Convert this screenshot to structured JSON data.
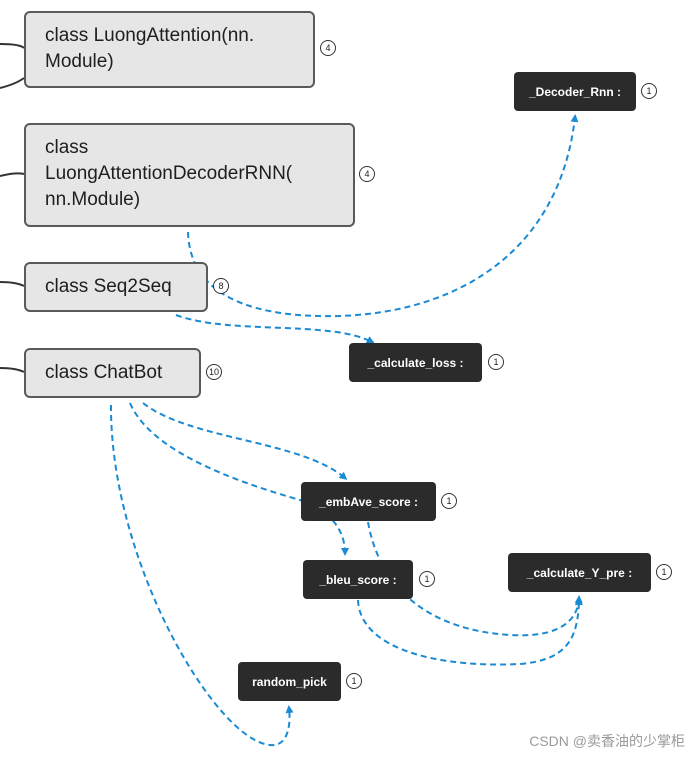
{
  "classes": [
    {
      "lines": [
        "class LuongAttention(nn.",
        "Module)"
      ],
      "count": "4"
    },
    {
      "lines": [
        "class",
        "LuongAttentionDecoderRNN(",
        "nn.Module)"
      ],
      "count": "4"
    },
    {
      "lines": [
        "class Seq2Seq"
      ],
      "count": "8"
    },
    {
      "lines": [
        "class ChatBot"
      ],
      "count": "10"
    }
  ],
  "functions": [
    {
      "label": "_Decoder_Rnn :",
      "count": "1"
    },
    {
      "label": "_calculate_loss :",
      "count": "1"
    },
    {
      "label": "_embAve_score :",
      "count": "1"
    },
    {
      "label": "_bleu_score :",
      "count": "1"
    },
    {
      "label": "_calculate_Y_pre :",
      "count": "1"
    },
    {
      "label": "random_pick",
      "count": "1"
    }
  ],
  "watermark": "CSDN @卖香油的少掌柜",
  "colors": {
    "class_fill": "#e6e6e6",
    "class_border": "#5a5a5a",
    "function_fill": "#2b2b2b",
    "relation_line": "#1a8ad4",
    "branch_line": "#333333"
  }
}
